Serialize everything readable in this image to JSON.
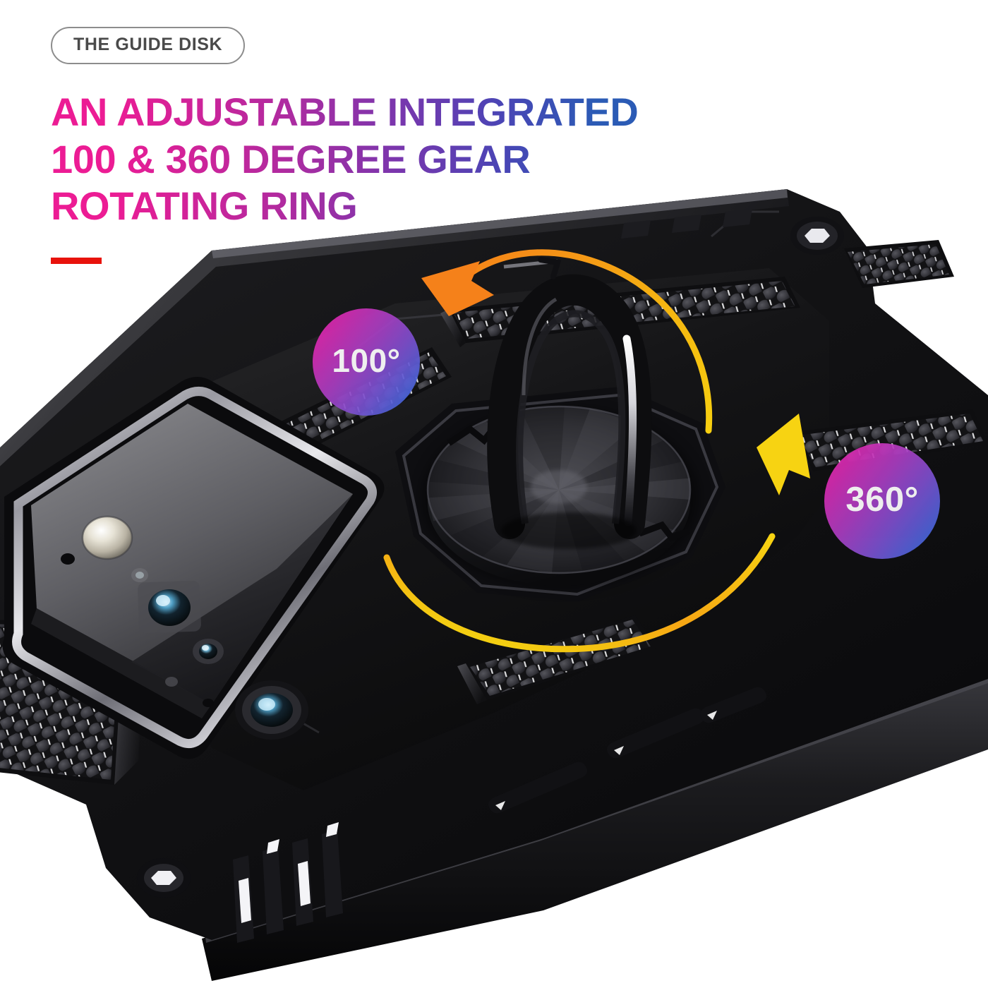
{
  "badge": {
    "label": "THE GUIDE DISK"
  },
  "headline": {
    "line1": "AN ADJUSTABLE INTEGRATED",
    "line2": "100 & 360 DEGREE GEAR",
    "line3": "ROTATING RING"
  },
  "accent": {
    "color": "#e8120c"
  },
  "callouts": [
    {
      "label": "100°",
      "name": "tilt-angle"
    },
    {
      "label": "360°",
      "name": "rotation-angle"
    }
  ],
  "colors": {
    "gradient_start": "#ec1c94",
    "gradient_mid": "#7b36ad",
    "gradient_end": "#2b5bb5",
    "accent_red": "#e8120c",
    "arrow_yellow": "#f5d616",
    "arrow_orange": "#f58a12",
    "badge_border": "#8d8d8d",
    "badge_text": "#4a4a4a",
    "background": "#ffffff",
    "case_black": "#121212"
  },
  "product": {
    "name": "armor-phone-case",
    "features": [
      "kickstand-ring",
      "guide-disk",
      "camera-module",
      "honeycomb-grip-strip",
      "hex-screw-accent",
      "side-buttons"
    ]
  }
}
